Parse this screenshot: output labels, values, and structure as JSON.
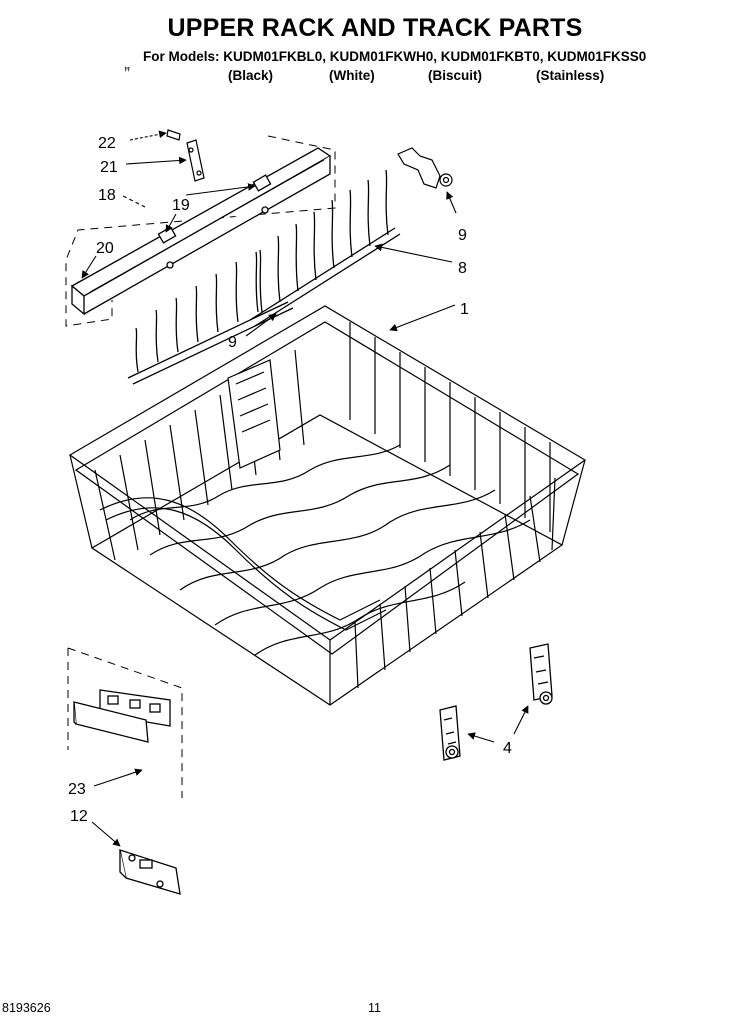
{
  "title": "UPPER RACK AND TRACK PARTS",
  "models_line": "For Models: KUDM01FKBL0, KUDM01FKWH0, KUDM01FKBT0, KUDM01FKSS0",
  "finishes": [
    "(Black)",
    "(White)",
    "(Biscuit)",
    "(Stainless)"
  ],
  "callouts": [
    "22",
    "21",
    "18",
    "19",
    "20",
    "9",
    "8",
    "1",
    "9",
    "23",
    "12",
    "4"
  ],
  "footer": {
    "part_number": "8193626",
    "page_number": "11"
  }
}
